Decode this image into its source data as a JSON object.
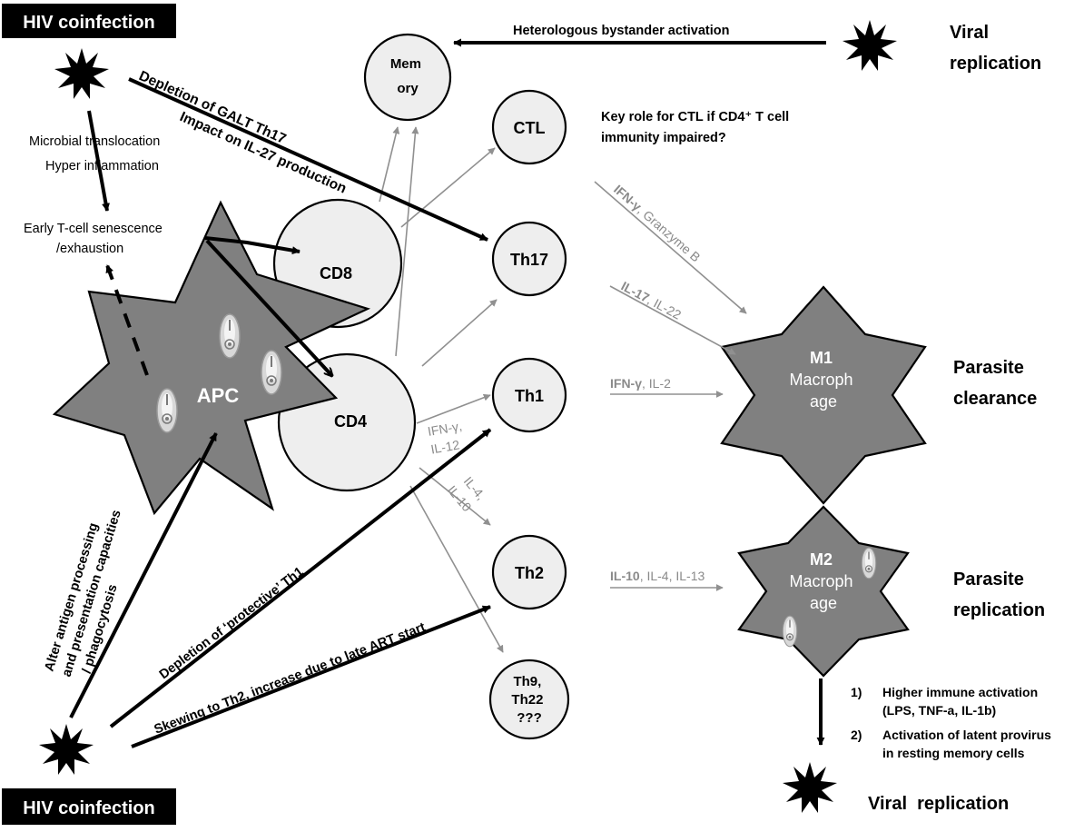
{
  "hiv_top_label": "HIV coinfection",
  "hiv_bottom_label": "HIV coinfection",
  "memory_lines": [
    "Mem",
    "ory"
  ],
  "cells": {
    "cd8": "CD8",
    "cd4": "CD4",
    "apc": "APC",
    "ctl": "CTL",
    "th17": "Th17",
    "th1": "Th1",
    "th2": "Th2",
    "th9_lines": [
      "Th9,",
      "Th22",
      "???"
    ]
  },
  "m1_lines": [
    "M1",
    "Macroph",
    "age"
  ],
  "m2_lines": [
    "M2",
    "Macroph",
    "age"
  ],
  "viral_replication_top_lines": [
    "Viral",
    "replication"
  ],
  "viral_replication_bottom": "Viral  replication",
  "parasite_clearance_lines": [
    "Parasite",
    "clearance"
  ],
  "parasite_replication_lines": [
    "Parasite",
    "replication"
  ],
  "heterologous": "Heterologous bystander activation",
  "ctl_note_lines": [
    "Key role for CTL if CD4⁺ T cell",
    "immunity impaired?"
  ],
  "galt_line1": "Depletion of GALT Th17",
  "galt_line2": "Impact on IL-27 production",
  "microbial_lines": [
    "Microbial translocation",
    "Hyper inflammation"
  ],
  "senescence_lines": [
    "Early T-cell senescence",
    "/exhaustion"
  ],
  "alter_lines": [
    "Alter antigen processing",
    "and presentation capacities",
    "/ phagocytosis"
  ],
  "depletion_th1": "Depletion of ‘protective’ Th1",
  "skewing_th2": "Skewing to Th2, increase due to late ART start",
  "cd4_th1_cytokines": [
    "IFN-γ,",
    "IL-12"
  ],
  "cd4_th2_cytokines": [
    "IL-4,",
    "IL-10"
  ],
  "ctl_m1_cytokines": {
    "strong": "IFN-γ",
    "rest": ", Granzyme B"
  },
  "th17_m1_cytokines": {
    "strong": "IL-17",
    "rest": ", IL-22"
  },
  "th1_m1_cytokines": {
    "strong": "IFN-γ",
    "rest": ", IL-2"
  },
  "th2_m2_cytokines": {
    "strong": "IL-10",
    "rest": ", IL-4, IL-13"
  },
  "outcomes": [
    {
      "num": "1)",
      "lines": [
        "Higher immune activation",
        "(LPS, TNF-a, IL-1b)"
      ]
    },
    {
      "num": "2)",
      "lines": [
        "Activation of latent provirus",
        "in resting memory cells"
      ]
    }
  ],
  "colors": {
    "cell_fill": "#eeeeee",
    "star_fill": "#808080",
    "grey_arrow": "#909090",
    "grey_text": "#8a8a8a"
  }
}
